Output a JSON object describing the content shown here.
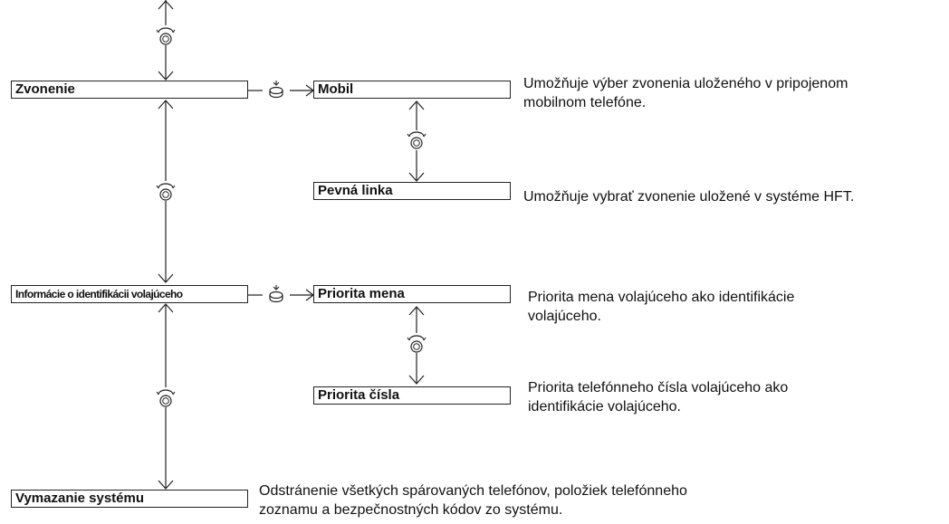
{
  "menu": {
    "ringtone": {
      "label": "Zvonenie"
    },
    "caller_id": {
      "label": "Informácie o identifikácii volajúceho"
    },
    "reset": {
      "label": "Vymazanie systému",
      "description_line1": "Odstránenie všetkých spárovaných telefónov, položiek telefónneho",
      "description_line2": "zoznamu a bezpečnostných kódov zo systému."
    }
  },
  "ringtone_options": {
    "mobile": {
      "label": "Mobil",
      "description_line1": "Umožňuje výber zvonenia uloženého v pripojenom",
      "description_line2": "mobilnom telefóne."
    },
    "landline": {
      "label": "Pevná linka",
      "description_line1": "Umožňuje vybrať zvonenie uložené v systéme HFT."
    }
  },
  "caller_id_options": {
    "name": {
      "label": "Priorita mena",
      "description_line1": "Priorita mena volajúceho ako identifikácie",
      "description_line2": "volajúceho."
    },
    "number": {
      "label": "Priorita čísla",
      "description_line1": "Priorita telefónneho čísla volajúceho ako",
      "description_line2": "identifikácie volajúceho."
    }
  },
  "icons": {
    "rotate": "selector-knob-rotate-icon",
    "press": "selector-knob-press-icon"
  }
}
